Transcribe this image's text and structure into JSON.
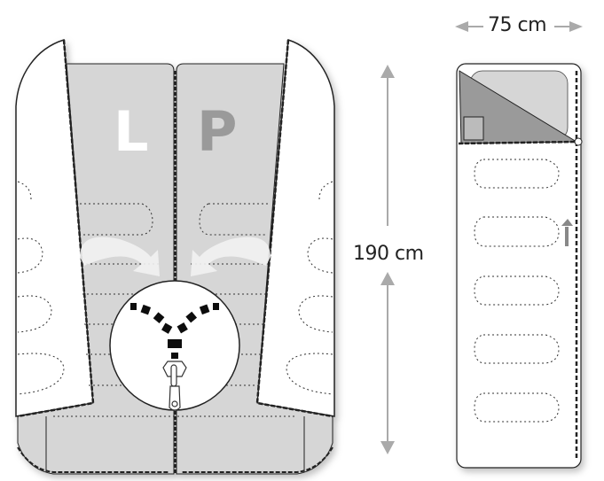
{
  "diagram": {
    "left_label": "L",
    "right_label": "P",
    "length_label": "190 cm",
    "width_label": "75 cm"
  },
  "colors": {
    "panel_grey": "#d6d6d6",
    "dark_grey": "#9a9a9a",
    "outline": "#222222",
    "arrow_grey": "#aaaaaa"
  }
}
